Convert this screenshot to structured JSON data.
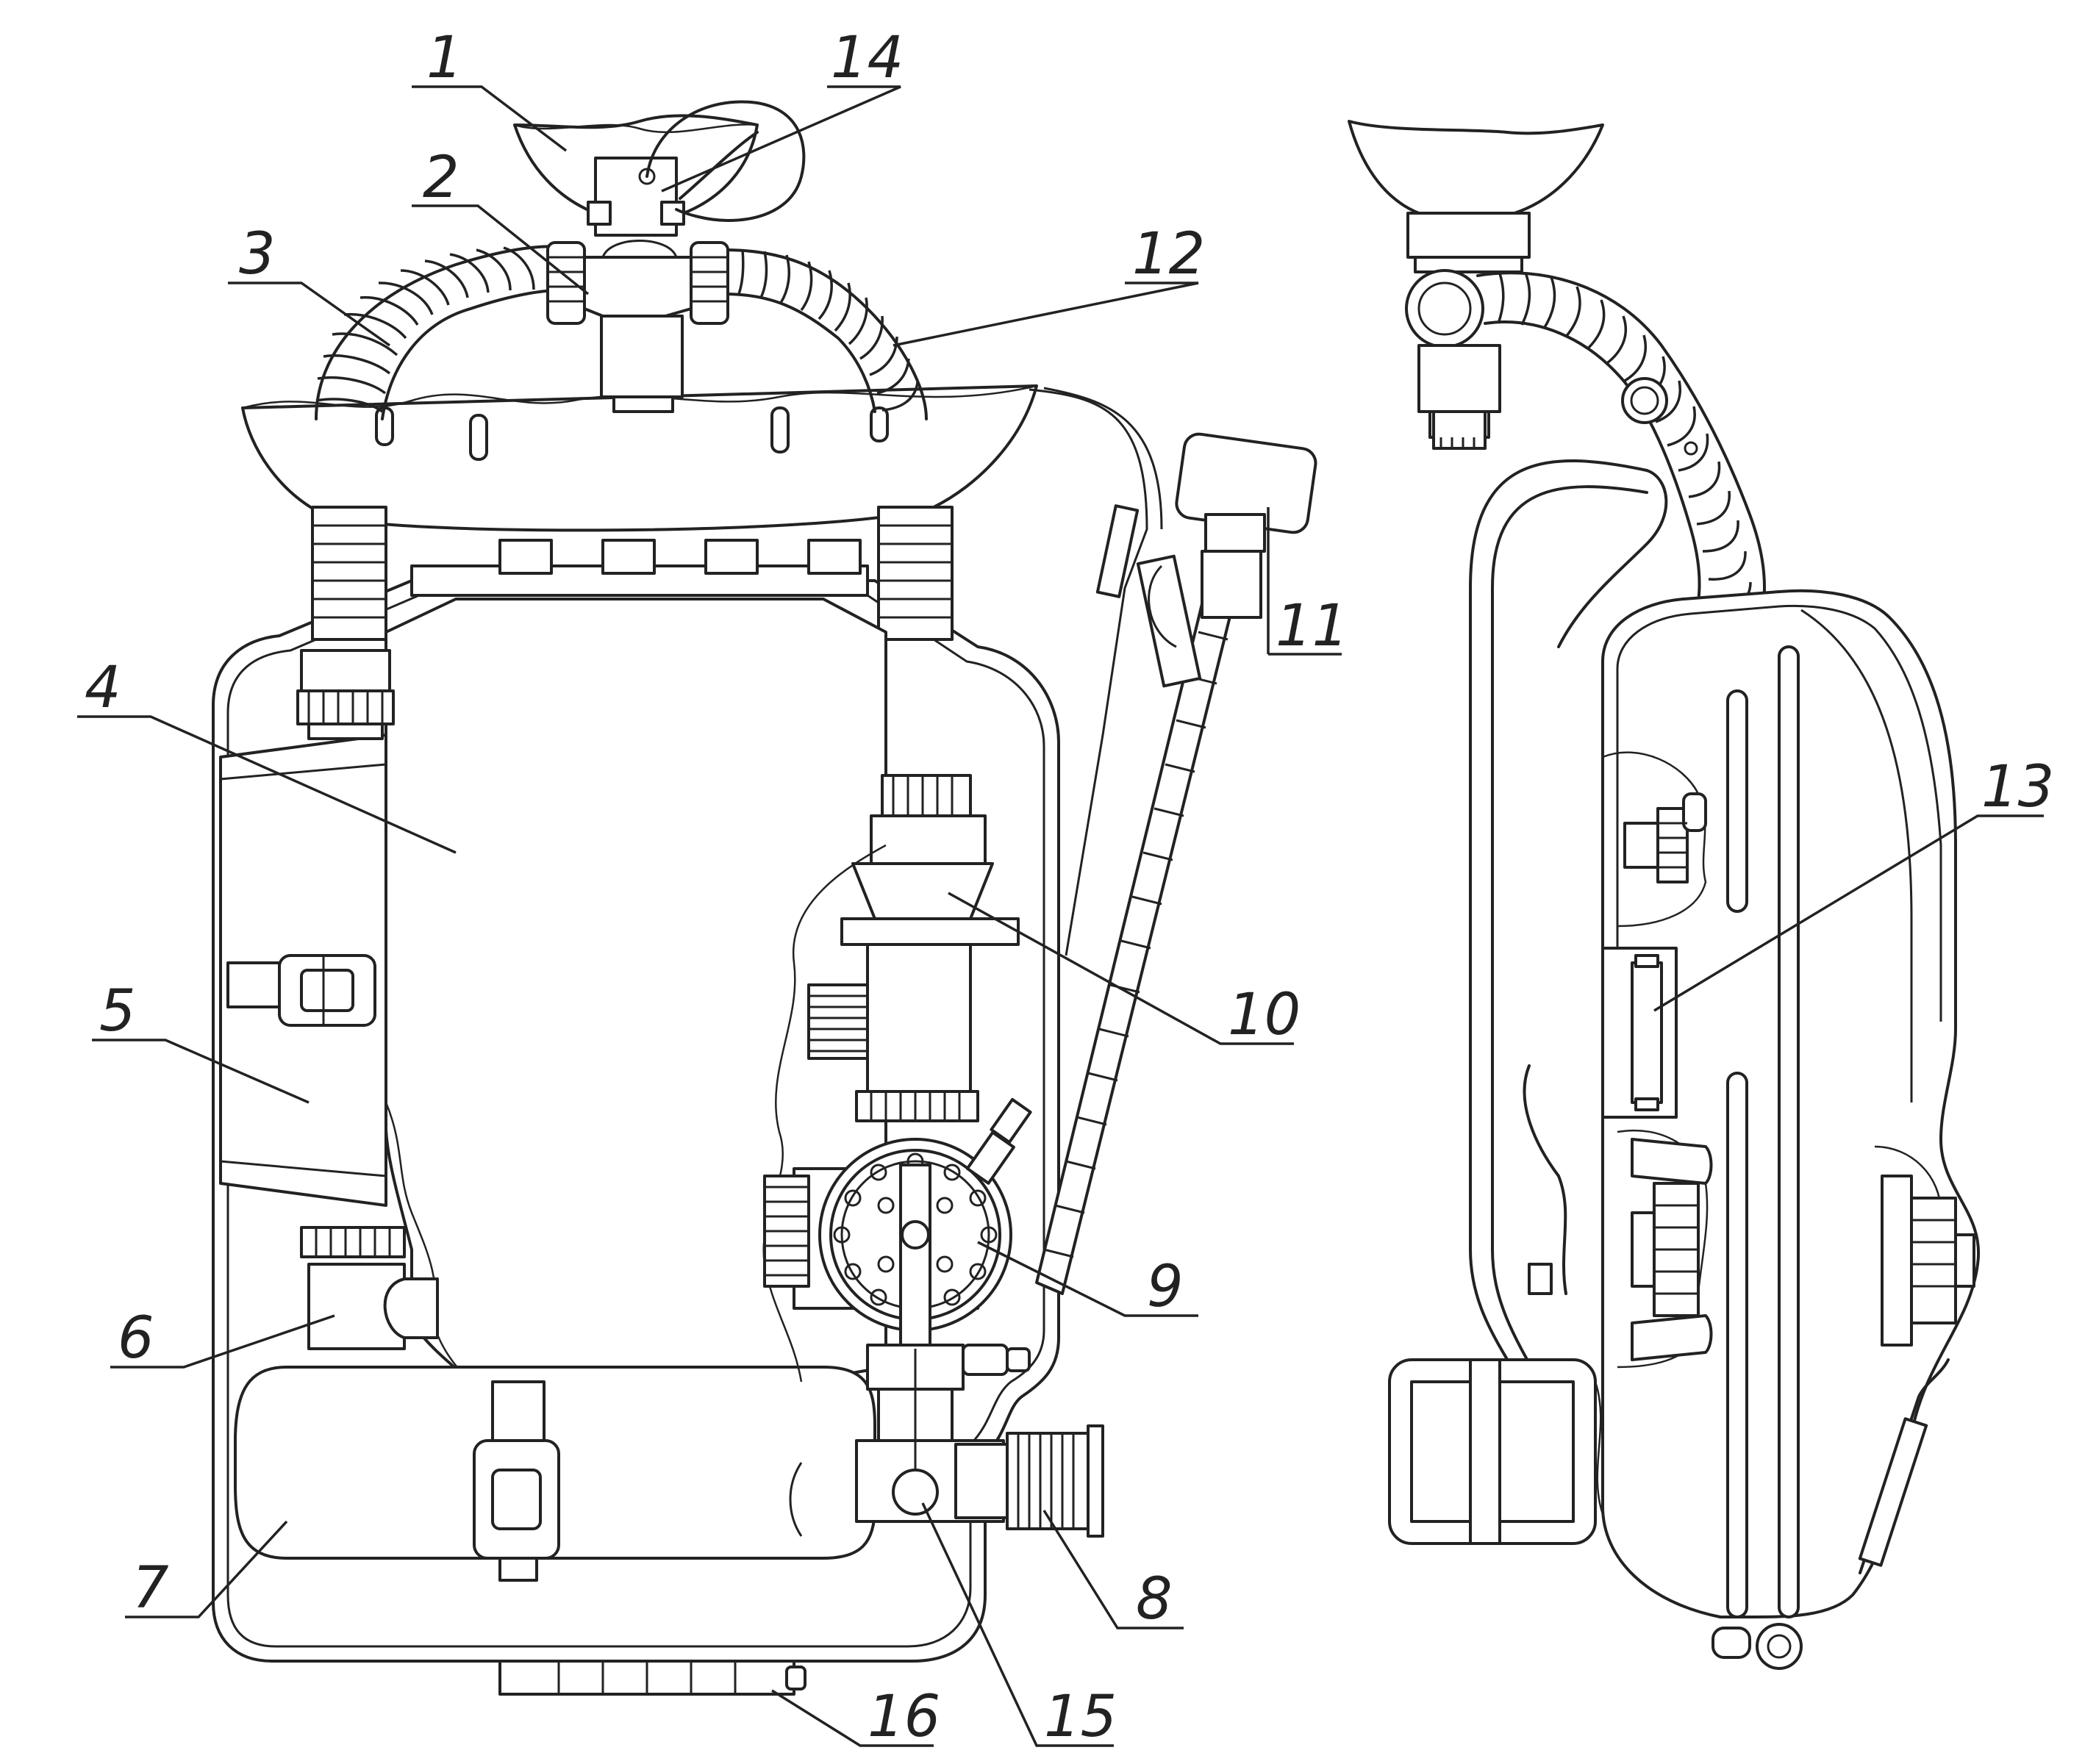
{
  "callouts": [
    {
      "id": "c1",
      "label": "1"
    },
    {
      "id": "c2",
      "label": "2"
    },
    {
      "id": "c3",
      "label": "3"
    },
    {
      "id": "c4",
      "label": "4"
    },
    {
      "id": "c5",
      "label": "5"
    },
    {
      "id": "c6",
      "label": "6"
    },
    {
      "id": "c7",
      "label": "7"
    },
    {
      "id": "c8",
      "label": "8"
    },
    {
      "id": "c9",
      "label": "9"
    },
    {
      "id": "c10",
      "label": "10"
    },
    {
      "id": "c11",
      "label": "11"
    },
    {
      "id": "c12",
      "label": "12"
    },
    {
      "id": "c13",
      "label": "13"
    },
    {
      "id": "c14",
      "label": "14"
    },
    {
      "id": "c15",
      "label": "15"
    },
    {
      "id": "c16",
      "label": "16"
    }
  ],
  "colors": {
    "line": "#222222",
    "background": "#ffffff"
  }
}
